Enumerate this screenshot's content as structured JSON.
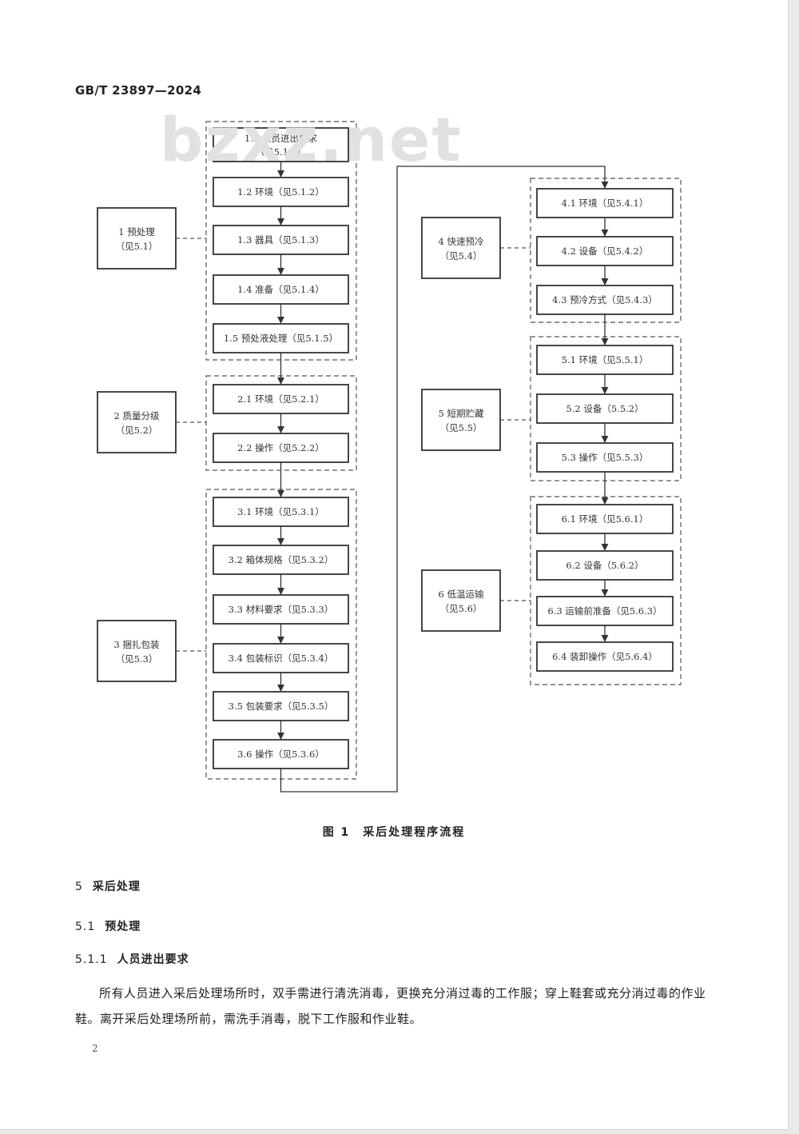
{
  "header": {
    "standard_code": "GB/T 23897—2024"
  },
  "watermark": {
    "text": "bzxz.net"
  },
  "figure": {
    "caption": "图 1　采后处理程序流程",
    "stages": [
      {
        "label": "1 预处理",
        "ref": "（见5.1）",
        "steps": [
          "1.1 人员进出要求",
          "1.2 环境（见5.1.2）",
          "1.3 器具（见5.1.3）",
          "1.4 准备（见5.1.4）",
          "1.5 预处液处理（见5.1.5）"
        ],
        "step1_ref": "（见5.1.1）"
      },
      {
        "label": "2 质量分级",
        "ref": "（见5.2）",
        "steps": [
          "2.1 环境（见5.2.1）",
          "2.2 操作（见5.2.2）"
        ]
      },
      {
        "label": "3 捆扎包装",
        "ref": "（见5.3）",
        "steps": [
          "3.1 环境（见5.3.1）",
          "3.2 箱体规格（见5.3.2）",
          "3.3 材料要求（见5.3.3）",
          "3.4 包装标识（见5.3.4）",
          "3.5 包装要求（见5.3.5）",
          "3.6 操作（见5.3.6）"
        ]
      },
      {
        "label": "4 快速预冷",
        "ref": "（见5.4）",
        "steps": [
          "4.1 环境（见5.4.1）",
          "4.2 设备（见5.4.2）",
          "4.3 预冷方式（见5.4.3）"
        ]
      },
      {
        "label": "5 短期贮藏",
        "ref": "（见5.5）",
        "steps": [
          "5.1 环境（见5.5.1）",
          "5.2 设备（5.5.2）",
          "5.3 操作（见5.5.3）"
        ]
      },
      {
        "label": "6 低温运输",
        "ref": "（见5.6）",
        "steps": [
          "6.1 环境（见5.6.1）",
          "6.2 设备（5.6.2）",
          "6.3 运输前准备（见5.6.3）",
          "6.4 装卸操作（见5.6.4）"
        ]
      }
    ]
  },
  "sections": {
    "s5": {
      "number": "5",
      "title": "采后处理"
    },
    "s5_1": {
      "number": "5.1",
      "title": "预处理"
    },
    "s5_1_1": {
      "number": "5.1.1",
      "title": "人员进出要求"
    }
  },
  "body": {
    "paragraph": "所有人员进入采后处理场所时，双手需进行清洗消毒，更换充分消过毒的工作服；穿上鞋套或充分消过毒的作业鞋。离开采后处理场所前，需洗手消毒，脱下工作服和作业鞋。"
  },
  "footer": {
    "page_number": "2"
  }
}
